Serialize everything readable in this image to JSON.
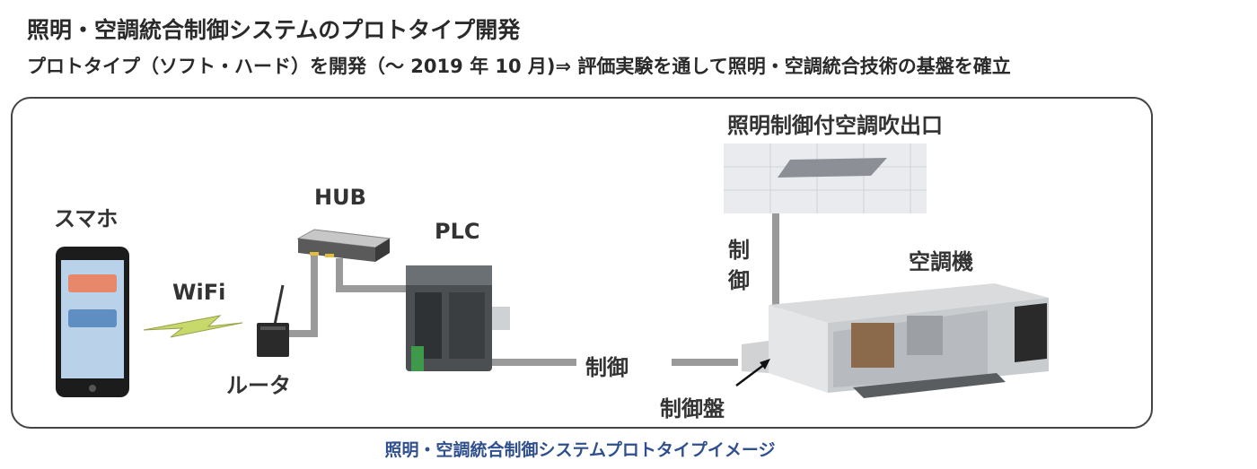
{
  "header": {
    "title": "照明・空調統合制御システムのプロトタイプ開発",
    "subtitle": "プロトタイプ（ソフト・ハード）を開発（～ 2019 年 10 月)⇒ 評価実験を通して照明・空調統合技術の基盤を確立"
  },
  "diagram": {
    "labels": {
      "smartphone": "スマホ",
      "wifi": "WiFi",
      "router": "ルータ",
      "hub": "HUB",
      "plc": "PLC",
      "control": "制御",
      "control_panel": "制御盤",
      "air_conditioner": "空調機",
      "vertical_control": "制御",
      "outlet": "照明制御付空調吹出口"
    },
    "icons": [
      "smartphone-icon",
      "wifi-signal-icon",
      "router-icon",
      "hub-icon",
      "plc-icon",
      "air-conditioner-icon",
      "ceiling-outlet-icon",
      "arrow-icon"
    ],
    "caption": "照明・空調統合制御システムプロトタイプイメージ"
  },
  "colors": {
    "cable": "#9a9a9a",
    "frame": "#444444",
    "caption": "#2f4f8f",
    "phone_button": "#e8886a",
    "phone_screen": "#b9d2ea"
  }
}
